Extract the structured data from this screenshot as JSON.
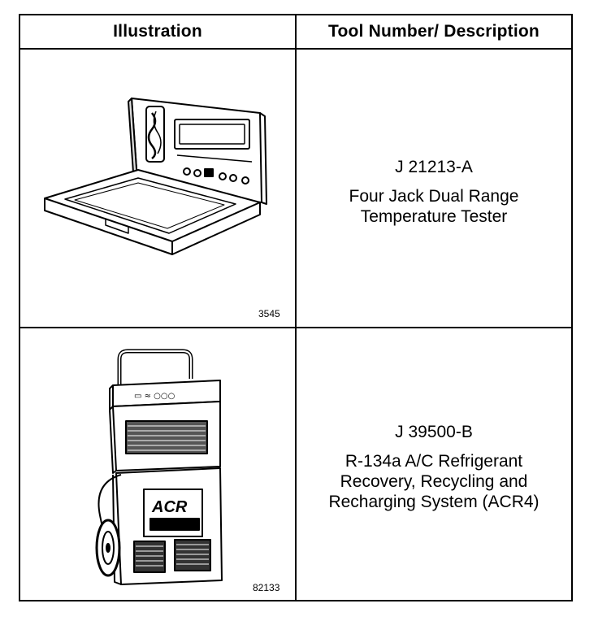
{
  "table": {
    "headers": {
      "illustration": "Illustration",
      "description": "Tool Number/ Description"
    },
    "rows": [
      {
        "figure_number": "3545",
        "figure_icon": "temperature-tester-case",
        "tool_number": "J 21213-A",
        "desc_line1": "Four Jack Dual Range",
        "desc_line2": "Temperature Tester"
      },
      {
        "figure_number": "82133",
        "figure_icon": "refrigerant-recovery-cart",
        "figure_logo_text": "ACR",
        "tool_number": "J 39500-B",
        "desc_line1": "R-134a A/C Refrigerant",
        "desc_line2": "Recovery, Recycling and",
        "desc_line3": "Recharging System (ACR4)"
      }
    ]
  }
}
